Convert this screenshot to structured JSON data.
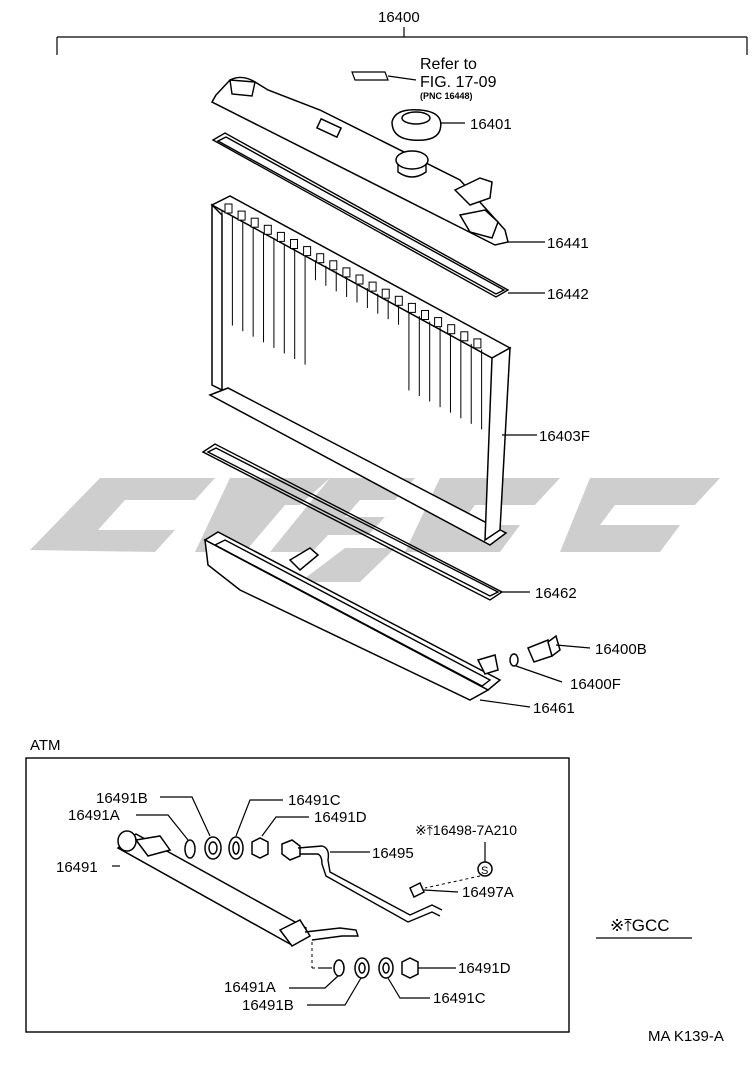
{
  "assembly_number": "16400",
  "refer_note": {
    "line1": "Refer to",
    "line2": "FIG. 17-09",
    "line3": "(PNC 16448)"
  },
  "part_labels": [
    {
      "id": "cap",
      "text": "16401"
    },
    {
      "id": "upper-tank",
      "text": "16441"
    },
    {
      "id": "upper-gasket",
      "text": "16442"
    },
    {
      "id": "core",
      "text": "16403F"
    },
    {
      "id": "lower-gasket",
      "text": "16462"
    },
    {
      "id": "drain-cock",
      "text": "16400B"
    },
    {
      "id": "drain-oring",
      "text": "16400F"
    },
    {
      "id": "lower-tank",
      "text": "16461"
    }
  ],
  "atm_box": {
    "title": "ATM",
    "labels": [
      {
        "id": "cooler",
        "text": "16491"
      },
      {
        "id": "washer-b-top",
        "text": "16491B"
      },
      {
        "id": "washer-a-top",
        "text": "16491A"
      },
      {
        "id": "washer-c-top",
        "text": "16491C"
      },
      {
        "id": "nut-d-top",
        "text": "16491D"
      },
      {
        "id": "pipe",
        "text": "16495"
      },
      {
        "id": "clamp-ref",
        "text": "※⤒16498-7A210"
      },
      {
        "id": "clamp",
        "text": "16497A"
      },
      {
        "id": "washer-a-bot",
        "text": "16491A"
      },
      {
        "id": "washer-b-bot",
        "text": "16491B"
      },
      {
        "id": "washer-c-bot",
        "text": "16491C"
      },
      {
        "id": "nut-d-bot",
        "text": "16491D"
      }
    ],
    "clamp_symbol": "S"
  },
  "legend_note": "※⤒GCC",
  "figure_code": "MA K139-A"
}
